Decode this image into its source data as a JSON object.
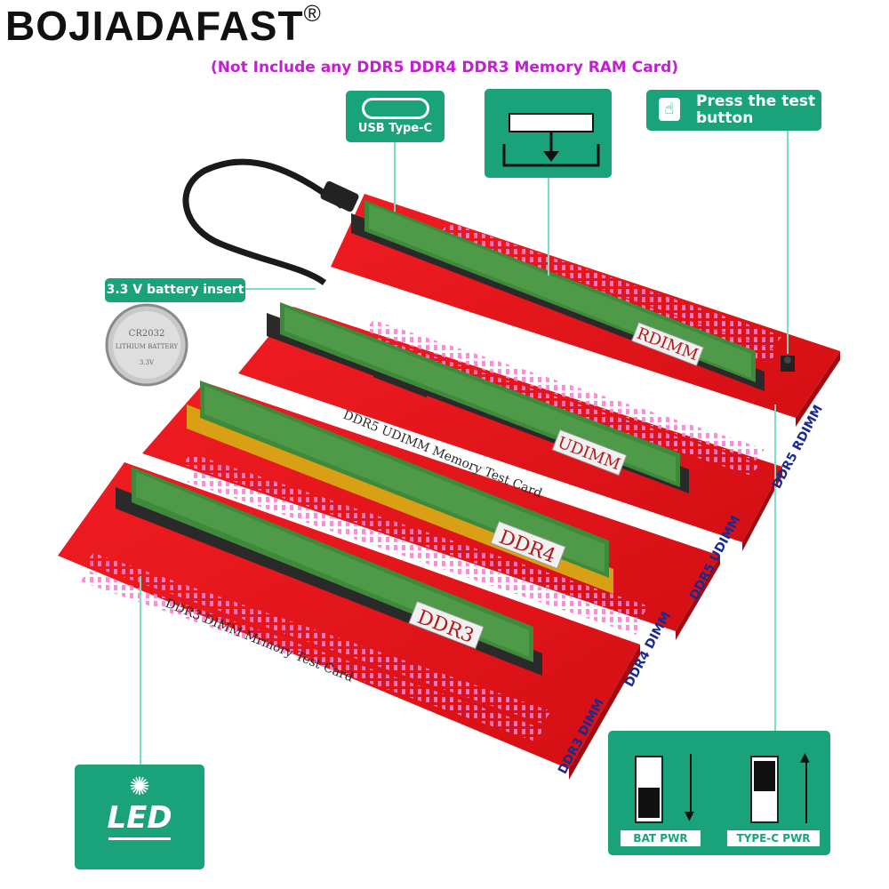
{
  "brand": {
    "name": "BOJIADAFAST",
    "reg_mark": "®"
  },
  "note": "(Not Include any DDR5 DDR4 DDR3 Memory RAM Card)",
  "callouts": {
    "usb": "USB Type-C",
    "press_test": "Press the test button",
    "battery": "3.3 V battery insert",
    "led": "LED",
    "bat_pwr": "BAT PWR",
    "typec_pwr": "TYPE-C PWR"
  },
  "coin_cell": {
    "line1": "CR2032",
    "line2": "LITHIUM BATTERY",
    "line3": "3.3V"
  },
  "module_tags": {
    "rdimm": "RDIMM",
    "udimm": "UDIMM",
    "ddr4": "DDR4",
    "ddr3": "DDR3"
  },
  "board_prints": {
    "ddr5_udimm": "DDR5 UDIMM Memory Test Card",
    "ddr3_dimm": "DDR3 DIMM Mrmory Test Card"
  },
  "slot_labels": {
    "ddr5_rdimm": "DDR5 RDIMM",
    "ddr5_udimm": "DDR5 UDIMM",
    "ddr4_dimm": "DDR4 DIMM",
    "ddr3_dimm": "DDR3 DIMM"
  },
  "colors": {
    "pcb_red": "#e8161c",
    "callout_green": "#1aa37b",
    "led_pink": "#ff7fd0",
    "label_blue": "#1b2a8c",
    "note_magenta": "#c020d0"
  }
}
